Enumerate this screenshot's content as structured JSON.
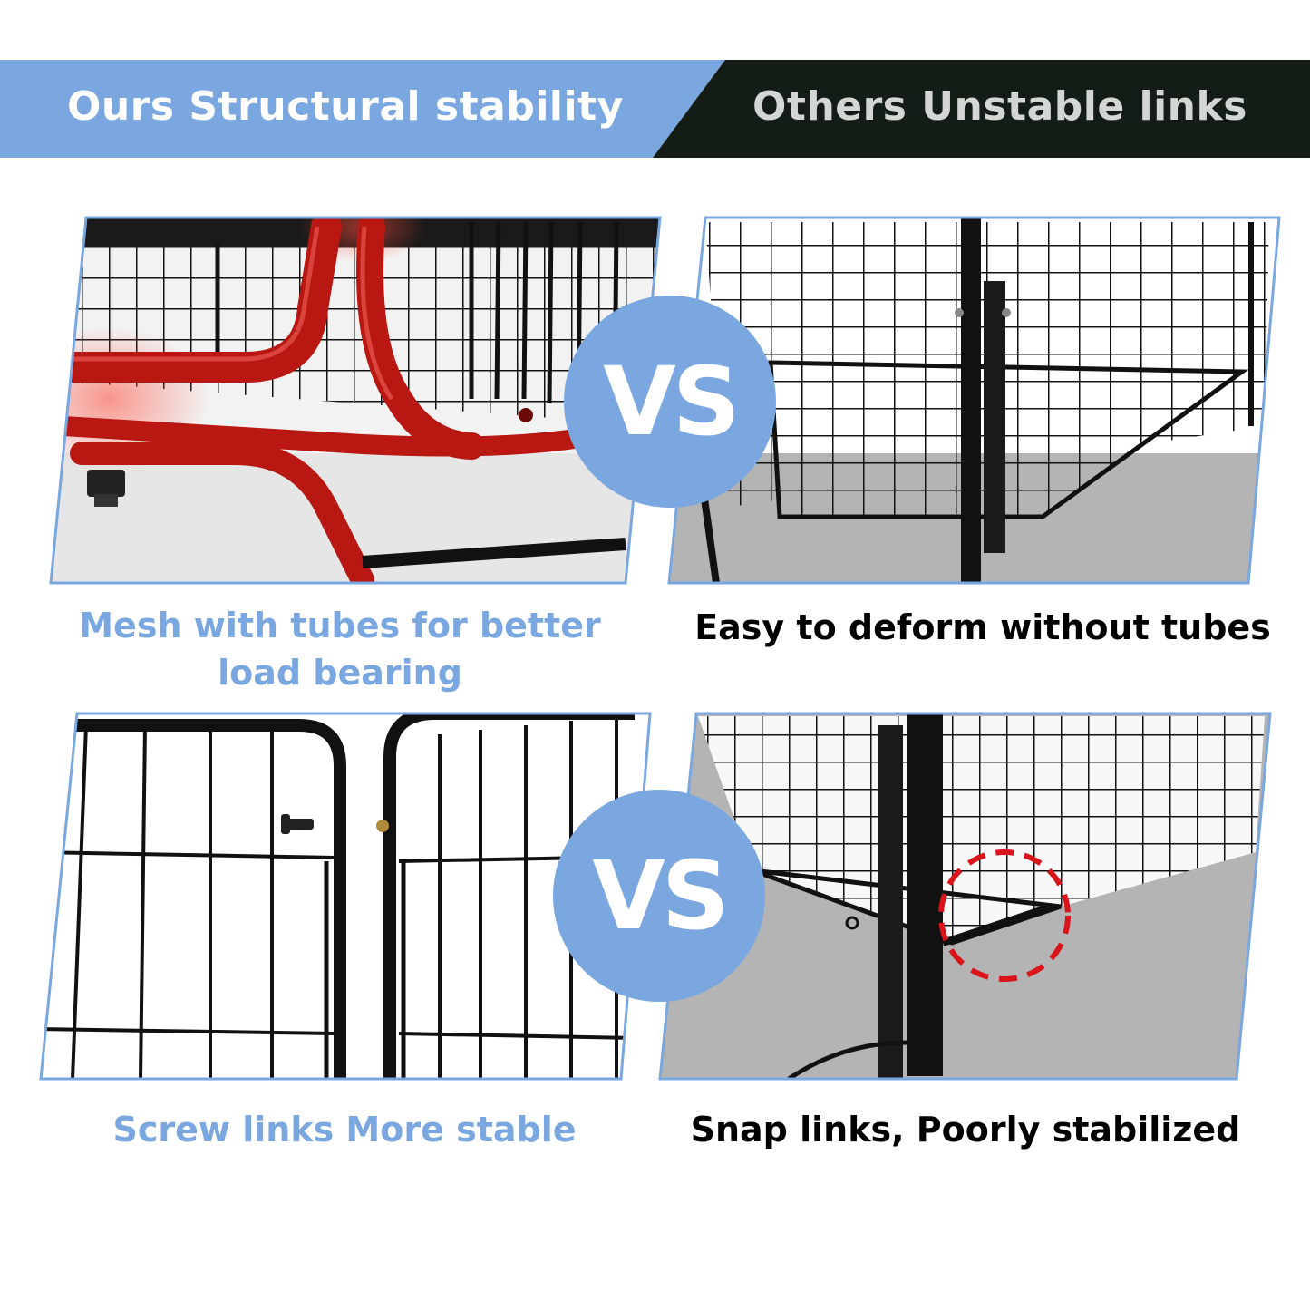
{
  "header": {
    "left_title": "Ours Structural stability",
    "right_title": "Others Unstable links",
    "left_bg": "#7aa7df",
    "right_bg": "#141c16"
  },
  "vs_label": "VS",
  "rows": [
    {
      "ours_caption_line1": "Mesh with tubes for better",
      "ours_caption_line2": "load bearing",
      "others_caption": "Easy to deform without tubes"
    },
    {
      "ours_caption_line1": "Screw links More stable",
      "others_caption": "Snap links, Poorly stabilized"
    }
  ],
  "colors": {
    "accent_blue": "#7aa7df",
    "tube_red": "#b81712",
    "wire_black": "#111111",
    "grey_floor": "#b4b4b4"
  }
}
